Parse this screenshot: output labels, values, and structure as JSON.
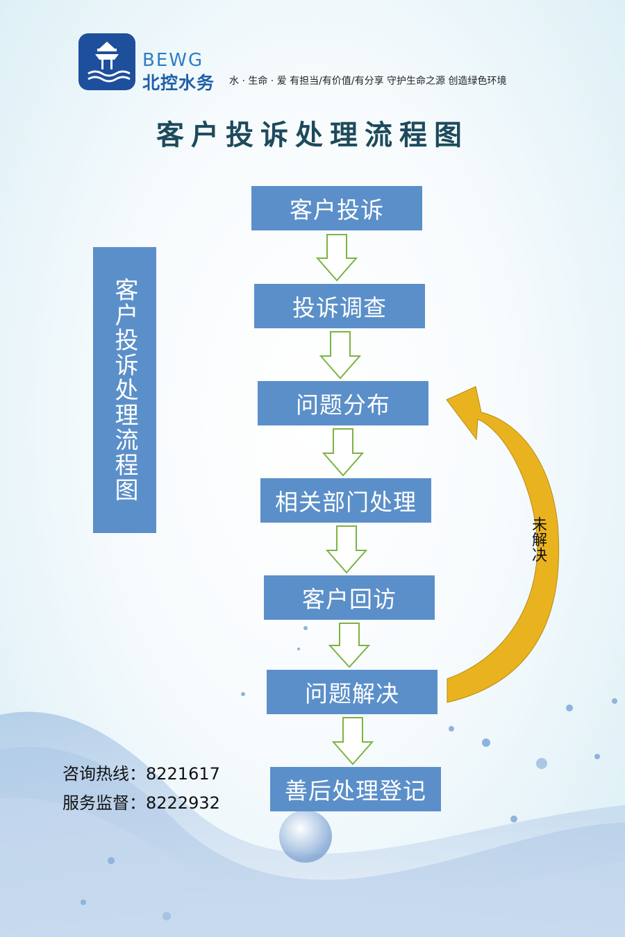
{
  "brand": {
    "en": "BEWG",
    "cn": "北控水务",
    "slogan": "水 · 生命 · 爱   有担当/有价值/有分享   守护生命之源 创造绿色环境"
  },
  "title": "客户投诉处理流程图",
  "side_label": "客户投诉处理流程图",
  "steps": [
    "客户投诉",
    "投诉调查",
    "问题分布",
    "相关部门处理",
    "客户回访",
    "问题解决",
    "善后处理登记"
  ],
  "loop_label": "未解决",
  "contact": {
    "hotline": "咨询热线：8221617",
    "supervision": "服务监督：8222932"
  },
  "colors": {
    "box": "#5b8fc9",
    "arrow_outline": "#7cb342",
    "loop_arrow": "#e9b320",
    "title": "#1d4a5c"
  }
}
